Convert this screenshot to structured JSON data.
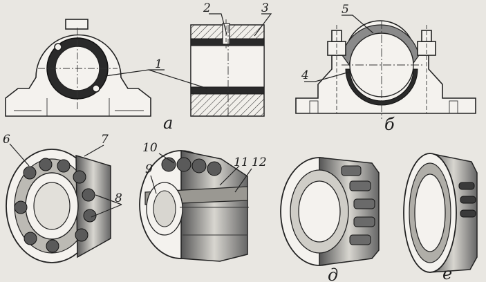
{
  "callouts": {
    "n1": "1",
    "n2": "2",
    "n3": "3",
    "n4": "4",
    "n5": "5",
    "n6": "6",
    "n7": "7",
    "n8": "8",
    "n9": "9",
    "n10": "10",
    "n11": "11",
    "n12": "12"
  },
  "view_labels": {
    "a": "а",
    "b": "б",
    "d": "д",
    "e": "е"
  },
  "colors": {
    "ink": "#222222",
    "paper": "#e9e7e2",
    "liner": "#2a2a2a"
  }
}
